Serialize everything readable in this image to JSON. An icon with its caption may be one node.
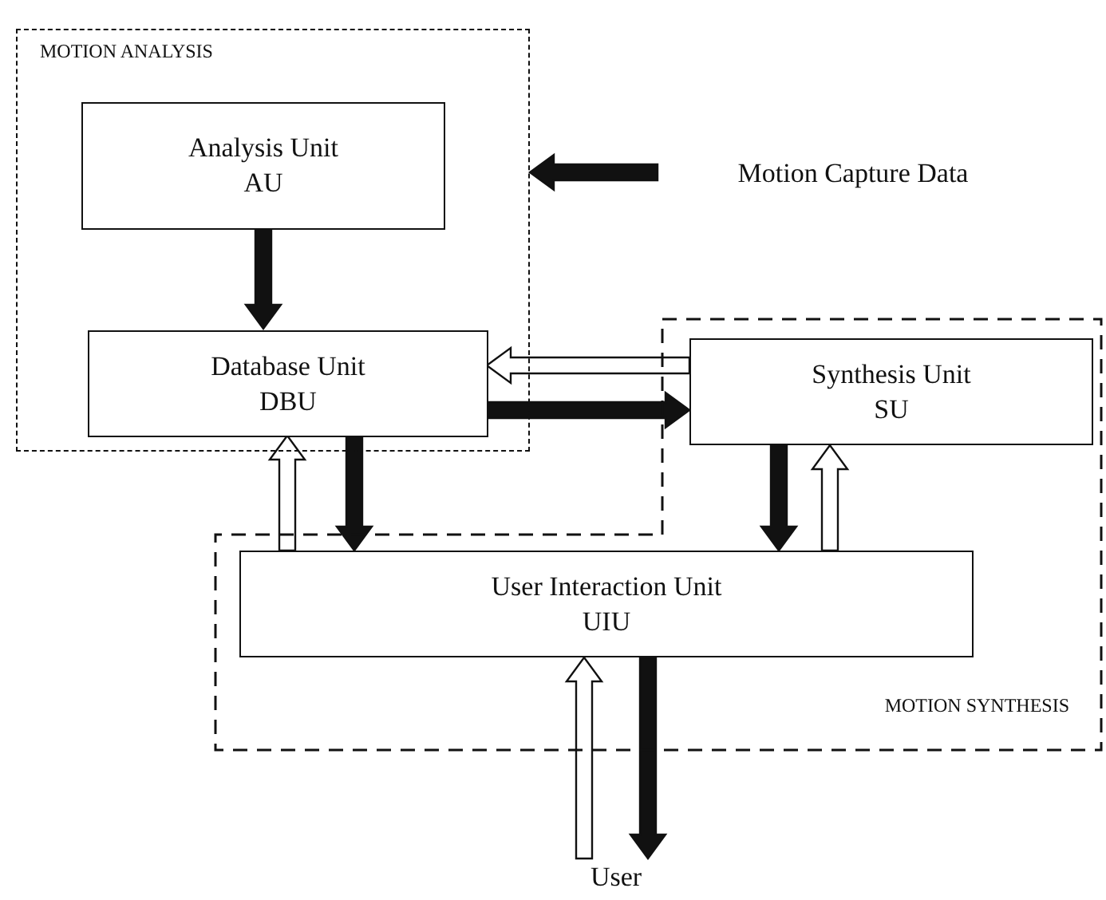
{
  "diagram": {
    "nodes": [
      {
        "text": [
          "MOTION ANALYSIS"
        ]
      },
      {
        "text": [
          "Analysis Unit",
          "AU"
        ],
        "in": 0
      },
      {
        "text": [
          "Database Unit",
          "DBU"
        ],
        "in": 0
      },
      {
        "text": [
          "Motion Capture Data"
        ]
      },
      {
        "text": [
          "MOTION SYNTHESIS"
        ]
      },
      {
        "text": [
          "Synthesis Unit",
          "SU"
        ],
        "in": 4
      },
      {
        "text": [
          "User Interaction  Unit",
          "UIU"
        ],
        "in": 4
      },
      {
        "text": [
          "User"
        ]
      }
    ],
    "edges": [
      {
        "from": 3,
        "to": 0,
        "arrow": "to"
      },
      {
        "from": 1,
        "to": 2,
        "arrow": "to"
      },
      {
        "from": 5,
        "to": 2,
        "arrow": "to",
        "color": "#ffffff"
      },
      {
        "from": 2,
        "to": 5,
        "arrow": "to"
      },
      {
        "from": 6,
        "to": 2,
        "arrow": "to",
        "color": "#ffffff"
      },
      {
        "from": 2,
        "to": 6,
        "arrow": "to"
      },
      {
        "from": 5,
        "to": 6,
        "arrow": "to"
      },
      {
        "from": 6,
        "to": 5,
        "arrow": "to",
        "color": "#ffffff"
      },
      {
        "from": 7,
        "to": 6,
        "arrow": "to",
        "color": "#ffffff"
      },
      {
        "from": 6,
        "to": 7,
        "arrow": "to"
      }
    ]
  }
}
